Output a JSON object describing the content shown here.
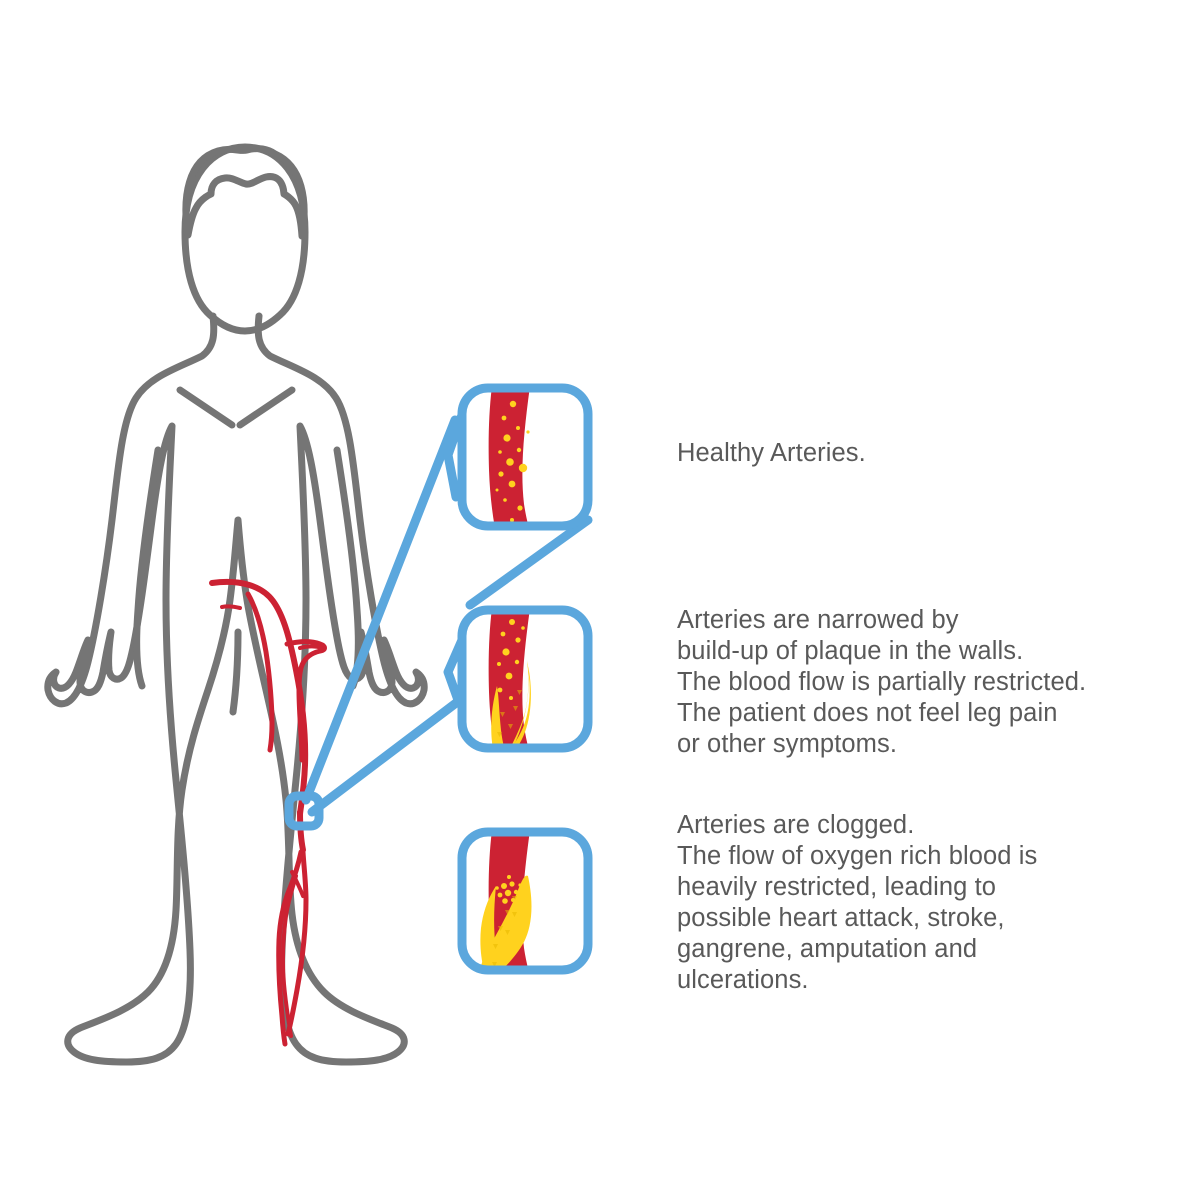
{
  "figure": {
    "title": "Peripheral artery disease progression diagram",
    "subject": "human-body-outline",
    "body_outline_color": "#757575",
    "artery_color": "#CC2233",
    "plaque_color": "#FFD21E",
    "callout_color": "#5BA7DD",
    "text_color": "#595959",
    "background_color": "#FFFFFF"
  },
  "callouts": [
    {
      "id": "healthy",
      "stage": "Healthy Arteries",
      "panel_label": "healthy-artery-panel",
      "has_leader": true,
      "lumen_openness_percent": 100,
      "plaque_amount": "none",
      "blood_cells_visible": true,
      "caption": "Healthy Arteries."
    },
    {
      "id": "narrowed",
      "stage": "Narrowed Arteries",
      "panel_label": "narrowed-artery-panel",
      "has_leader": true,
      "lumen_openness_percent": 55,
      "plaque_amount": "moderate",
      "blood_cells_visible": true,
      "caption": "Arteries are narrowed by\nbuild-up of plaque in the walls.\nThe blood flow is partially restricted.\nThe patient does not feel leg pain\nor other symptoms."
    },
    {
      "id": "clogged",
      "stage": "Clogged Arteries",
      "panel_label": "clogged-artery-panel",
      "has_leader": false,
      "lumen_openness_percent": 20,
      "plaque_amount": "severe",
      "blood_cells_visible": true,
      "caption": "Arteries are clogged.\nThe flow of oxygen rich blood is\nheavily restricted, leading to\npossible heart attack, stroke,\ngangrene, amputation and\nulcerations."
    }
  ],
  "marker": {
    "name": "leg-artery-marker",
    "location": "right-knee",
    "shape": "rounded-square"
  }
}
